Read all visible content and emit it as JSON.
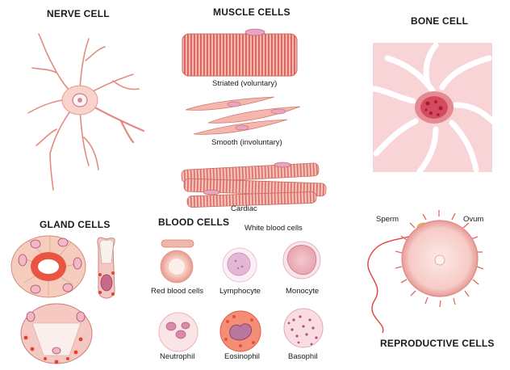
{
  "headings": {
    "nerve": "NERVE CELL",
    "muscle": "MUSCLE CELLS",
    "bone": "BONE CELL",
    "gland": "GLAND CELLS",
    "blood": "BLOOD CELLS",
    "reproductive": "REPRODUCTIVE CELLS"
  },
  "muscle_types": {
    "striated": "Striated (voluntary)",
    "smooth": "Smooth (involuntary)",
    "cardiac": "Cardiac"
  },
  "blood": {
    "white_heading": "White blood cells",
    "red": "Red blood cells",
    "lymphocyte": "Lymphocyte",
    "monocyte": "Monocyte",
    "neutrophil": "Neutrophil",
    "eosinophil": "Eosinophil",
    "basophil": "Basophil"
  },
  "reproductive": {
    "sperm": "Sperm",
    "ovum": "Ovum"
  }
}
